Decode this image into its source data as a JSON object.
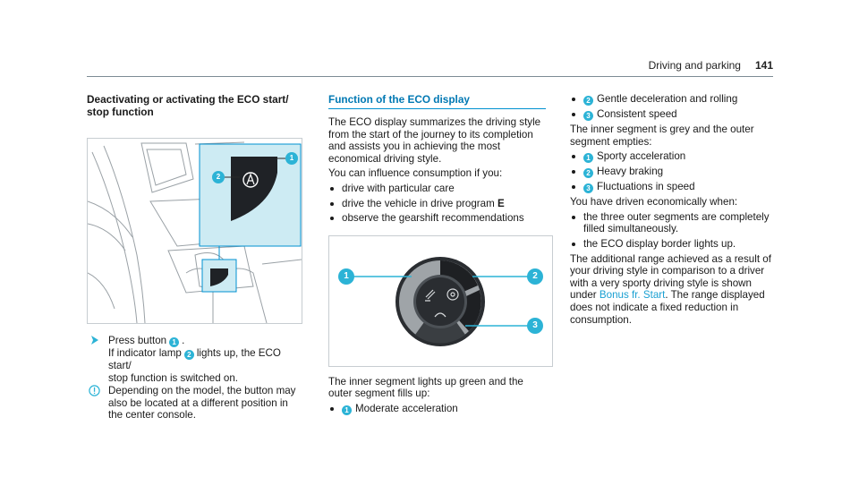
{
  "header": {
    "section_title": "Driving and parking",
    "page_number": "141"
  },
  "left": {
    "heading": "Deactivating or activating the ECO start/\nstop function",
    "callouts": [
      "2",
      "1"
    ],
    "step_prefix": "Press button",
    "step_badge": "1",
    "step_after_button": ".",
    "step_line2_a": "If indicator lamp",
    "step_line2_badge": "2",
    "step_line2_b": "lights up, the ECO start/",
    "step_line3": "stop function is switched on.",
    "note_text": "Depending on the model, the button may also be located at a different position in the center console."
  },
  "middle": {
    "heading": "Function of the ECO display",
    "intro": "The ECO display summarizes the driving style from the start of the journey to its completion and assists you in achieving the most economical driving style.",
    "influence_intro": "You can influence consumption if you:",
    "influence_items": [
      {
        "text": "drive with particular care"
      },
      {
        "text": "drive the vehicle in drive program",
        "bold": "E"
      },
      {
        "text": "observe the gearshift recommendations"
      }
    ],
    "figure_callouts": [
      "1",
      "2",
      "3"
    ],
    "green_intro": "The inner segment lights up green and the outer segment fills up:",
    "green_items": [
      {
        "badge": "1",
        "text": "Moderate acceleration"
      }
    ]
  },
  "right": {
    "green_items_cont": [
      {
        "badge": "2",
        "text": "Gentle deceleration and rolling"
      },
      {
        "badge": "3",
        "text": "Consistent speed"
      }
    ],
    "grey_intro": "The inner segment is grey and the outer segment empties:",
    "grey_items": [
      {
        "badge": "1",
        "text": "Sporty acceleration"
      },
      {
        "badge": "2",
        "text": "Heavy braking"
      },
      {
        "badge": "3",
        "text": "Fluctuations in speed"
      }
    ],
    "econ_intro": "You have driven economically when:",
    "econ_items": [
      {
        "text": "the three outer segments are completely filled simultaneously."
      },
      {
        "text": "the ECO display border lights up."
      }
    ],
    "range_text_a": "The additional range achieved as a result of your driving style in comparison to a driver with a very sporty driving style is shown under",
    "range_link": "Bonus fr. Start",
    "range_text_b": ". The range displayed does not indicate a fixed reduction in consumption."
  },
  "colors": {
    "accent": "#0090d0",
    "badge": "#2cb3d6",
    "highlight_panel": "#cdebf3"
  }
}
